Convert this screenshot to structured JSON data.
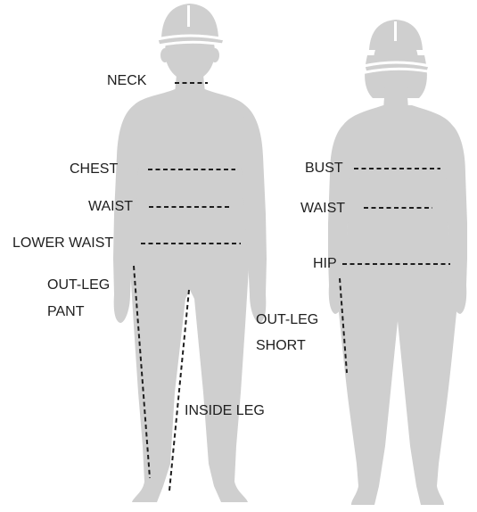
{
  "colors": {
    "silhouette": "#cfcfcf",
    "line": "#1e1e1e",
    "background": "#ffffff"
  },
  "male": {
    "neck": "NECK",
    "chest": "CHEST",
    "waist": "WAIST",
    "lower_waist": "LOWER WAIST",
    "out_leg_pant": [
      "OUT-LEG",
      "PANT"
    ],
    "inside_leg": "INSIDE LEG"
  },
  "female": {
    "bust": "BUST",
    "waist": "WAIST",
    "hip": "HIP",
    "out_leg_short": [
      "OUT-LEG",
      "SHORT"
    ]
  }
}
